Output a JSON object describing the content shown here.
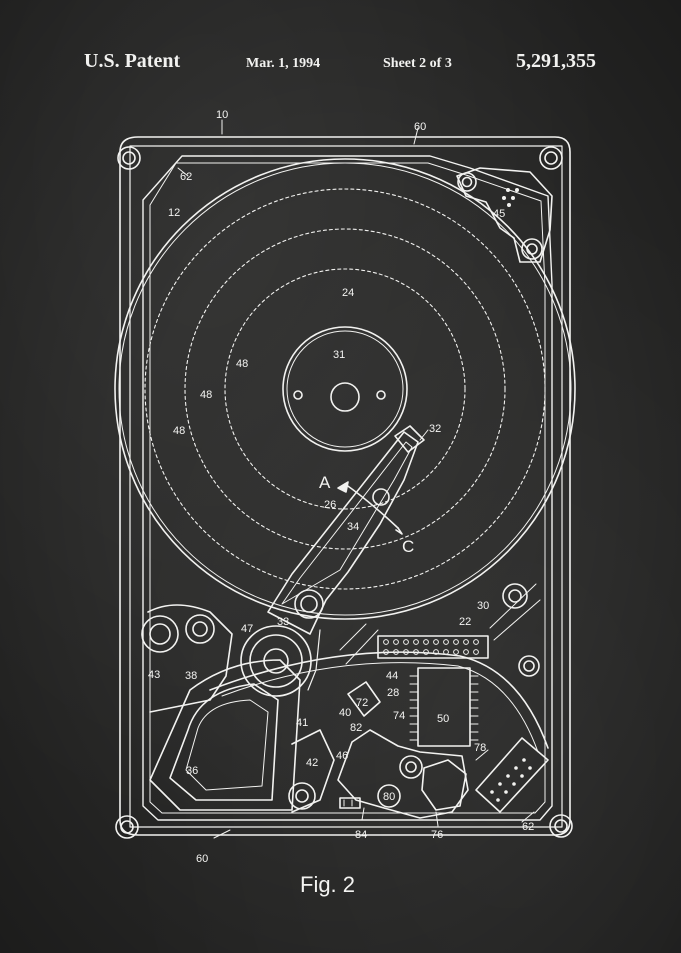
{
  "header": {
    "patent_label": "U.S. Patent",
    "date": "Mar. 1, 1994",
    "sheet": "Sheet 2 of 3",
    "patent_number": "5,291,355"
  },
  "figure": {
    "caption": "Fig. 2",
    "labels": {
      "l10": "10",
      "l60_top": "60",
      "l60_bottom": "60",
      "l62_tl": "62",
      "l62_br": "62",
      "l12": "12",
      "l45": "45",
      "l24": "24",
      "l31": "31",
      "l48_a": "48",
      "l48_b": "48",
      "l48_c": "48",
      "l32": "32",
      "lA": "A",
      "lC": "C",
      "l26": "26",
      "l34": "34",
      "l30": "30",
      "l22": "22",
      "l47": "47",
      "l33": "33",
      "l43": "43",
      "l38": "38",
      "l44": "44",
      "l28": "28",
      "l72": "72",
      "l40": "40",
      "l74": "74",
      "l50": "50",
      "l41": "41",
      "l82": "82",
      "l78": "78",
      "l36": "36",
      "l42": "42",
      "l46": "46",
      "l80": "80",
      "l84": "84",
      "l76": "76"
    }
  },
  "colors": {
    "background": "#2b2b2a",
    "line": "#f2f2f0"
  }
}
